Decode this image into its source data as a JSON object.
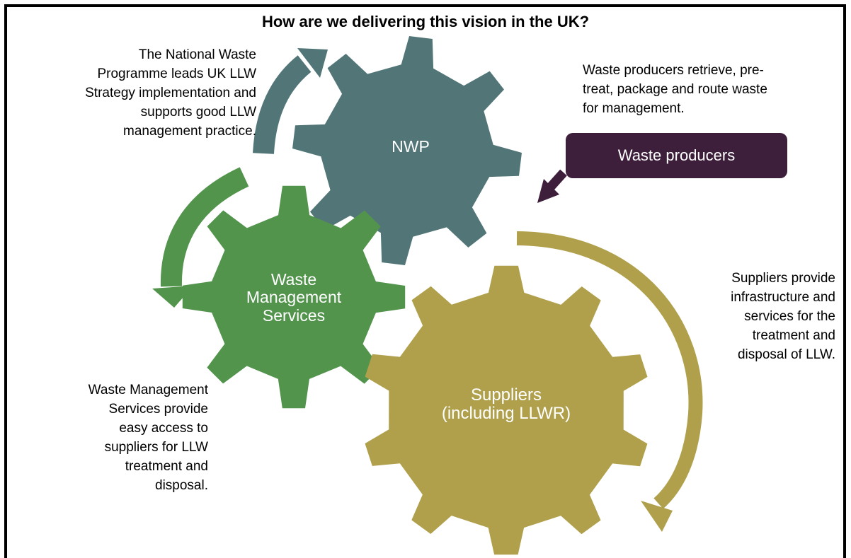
{
  "title": "How are we delivering this vision in the UK?",
  "gears": {
    "nwp": {
      "label": "NWP",
      "color": "#527677"
    },
    "wms": {
      "line1": "Waste",
      "line2": "Management",
      "line3": "Services",
      "color": "#53944d"
    },
    "suppliers": {
      "line1": "Suppliers",
      "line2": "(including LLWR)",
      "color": "#b0a04b"
    }
  },
  "waste_producers_box": {
    "label": "Waste producers",
    "color": "#3d1f3b"
  },
  "notes": {
    "nwp": [
      "The National Waste",
      "Programme leads UK LLW",
      "Strategy implementation and",
      "supports good LLW",
      "management practice."
    ],
    "waste_producers": [
      "Waste producers retrieve, pre-",
      "treat, package and route waste",
      "for management."
    ],
    "suppliers": [
      "Suppliers provide",
      "infrastructure and",
      "services for the",
      "treatment and",
      "disposal of LLW."
    ],
    "wms": [
      "Waste Management",
      "Services provide",
      "easy access to",
      "suppliers for LLW",
      "treatment and",
      "disposal."
    ]
  }
}
